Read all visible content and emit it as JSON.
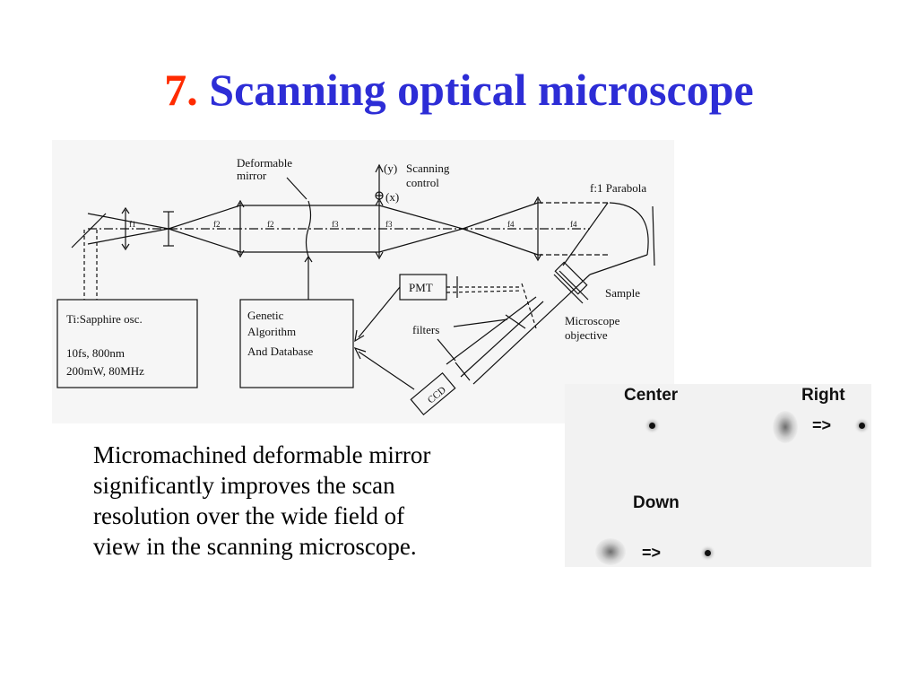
{
  "title": {
    "number": "7.",
    "text": "Scanning optical microscope"
  },
  "diagram": {
    "deformable_mirror": [
      "Deformable",
      "mirror"
    ],
    "y_axis": "(y)",
    "x_axis": "(x)",
    "scanning_control": [
      "Scanning",
      "control"
    ],
    "parabola": "f:1 Parabola",
    "focal_labels": [
      "f1",
      "f2",
      "f2",
      "f3",
      "f3",
      "f4",
      "f4"
    ],
    "sapphire_box": [
      "Ti:Sapphire osc.",
      "10fs, 800nm",
      "200mW, 80MHz"
    ],
    "genetic_box": [
      "Genetic",
      "Algorithm",
      "And Database"
    ],
    "pmt": "PMT",
    "filters": "filters",
    "ccd": "CCD",
    "sample": "Sample",
    "objective": [
      "Microscope",
      "objective"
    ]
  },
  "body": {
    "lines": [
      "Micromachined deformable mirror",
      "significantly improves the scan",
      "resolution over the wide field of",
      "view in the scanning microscope."
    ]
  },
  "scan_image": {
    "center": "Center",
    "right": "Right",
    "down": "Down",
    "arrow": "=>"
  },
  "colors": {
    "title_number": "#ff2b00",
    "title_text": "#2d2dd6"
  }
}
